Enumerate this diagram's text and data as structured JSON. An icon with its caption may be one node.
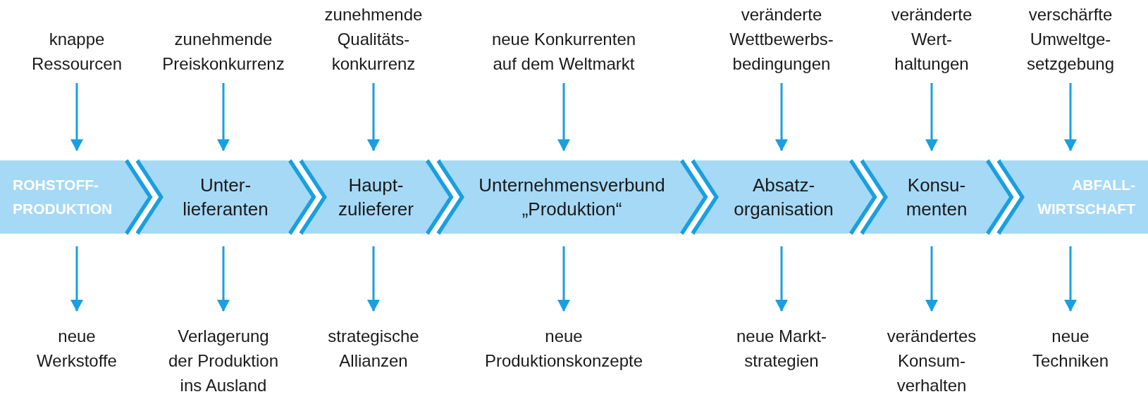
{
  "diagram": {
    "nodes": [
      {
        "text": [
          "knappe Ressourcen"
        ]
      },
      {
        "text": [
          "zunehmende Preiskonkurrenz"
        ]
      },
      {
        "text": [
          "zunehmende Qualitäts- konkurrenz"
        ]
      },
      {
        "text": [
          "neue Konkurrenten auf dem Weltmarkt"
        ]
      },
      {
        "text": [
          "veränderte Wettbewerbs- bedingungen"
        ]
      },
      {
        "text": [
          "veränderte Wert- haltungen"
        ]
      },
      {
        "text": [
          "verschärfte Umweltge- setzgebung"
        ]
      },
      {
        "text": [
          "ROHSTOFF- PRODUKTION"
        ]
      },
      {
        "text": [
          "Unter- lieferanten"
        ]
      },
      {
        "text": [
          "Haupt- zulieferer"
        ]
      },
      {
        "text": [
          "Unternehmensverbund „Produktion“"
        ]
      },
      {
        "text": [
          "Absatz- organisation"
        ]
      },
      {
        "text": [
          "Konsu- menten"
        ]
      },
      {
        "text": [
          "ABFALL- WIRTSCHAFT"
        ]
      },
      {
        "text": [
          "neue Werkstoffe"
        ]
      },
      {
        "text": [
          "Verlagerung der Produktion ins Ausland"
        ]
      },
      {
        "text": [
          "strategische Allianzen"
        ]
      },
      {
        "text": [
          "neue Produktionskonzepte"
        ]
      },
      {
        "text": [
          "neue Markt- strategien"
        ]
      },
      {
        "text": [
          "verändertes Konsum- verhalten"
        ]
      },
      {
        "text": [
          "neue Techniken"
        ]
      }
    ],
    "edges": [
      {
        "from": 0,
        "to": 7,
        "arrow": "to"
      },
      {
        "from": 1,
        "to": 8,
        "arrow": "to"
      },
      {
        "from": 2,
        "to": 9,
        "arrow": "to"
      },
      {
        "from": 3,
        "to": 10,
        "arrow": "to"
      },
      {
        "from": 4,
        "to": 11,
        "arrow": "to"
      },
      {
        "from": 5,
        "to": 12,
        "arrow": "to"
      },
      {
        "from": 6,
        "to": 13,
        "arrow": "to"
      },
      {
        "from": 7,
        "to": 14,
        "arrow": "to"
      },
      {
        "from": 8,
        "to": 15,
        "arrow": "to"
      },
      {
        "from": 9,
        "to": 16,
        "arrow": "to"
      },
      {
        "from": 10,
        "to": 17,
        "arrow": "to"
      },
      {
        "from": 11,
        "to": 18,
        "arrow": "to"
      },
      {
        "from": 12,
        "to": 19,
        "arrow": "to"
      },
      {
        "from": 13,
        "to": 20,
        "arrow": "to"
      }
    ]
  }
}
